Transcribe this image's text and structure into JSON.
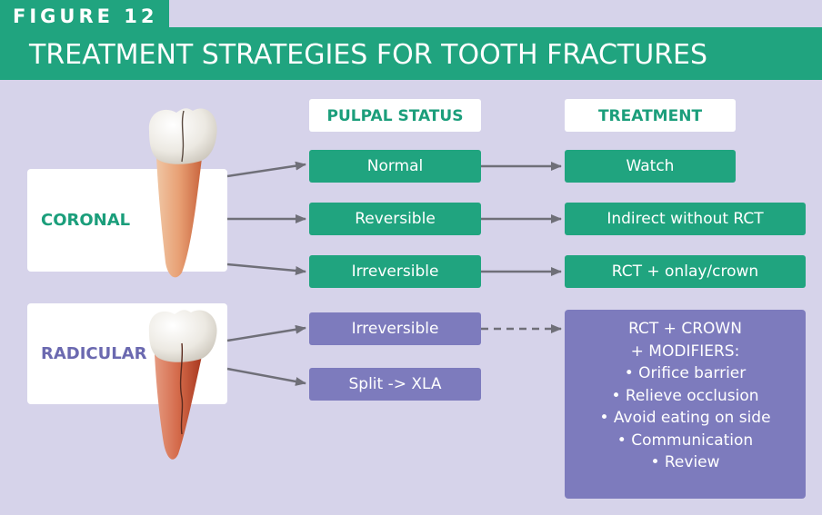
{
  "figure_label": "FIGURE 12",
  "title": "TREATMENT STRATEGIES FOR TOOTH FRACTURES",
  "column_headers": {
    "pulpal_status": "PULPAL STATUS",
    "treatment": "TREATMENT"
  },
  "categories": {
    "coronal": "CORONAL",
    "radicular": "RADICULAR"
  },
  "pulpal_nodes": {
    "normal": "Normal",
    "reversible": "Reversible",
    "irreversible_coronal": "Irreversible",
    "irreversible_radicular": "Irreversible",
    "split": "Split -> XLA"
  },
  "treatment_nodes": {
    "watch": "Watch",
    "indirect": "Indirect without RCT",
    "onlay": "RCT + onlay/crown"
  },
  "modifiers": {
    "line1": "RCT + CROWN",
    "line2": "+ MODIFIERS:",
    "items": [
      "• Orifice barrier",
      "• Relieve occlusion",
      "• Avoid eating on side",
      "• Communication",
      "• Review"
    ]
  },
  "colors": {
    "green": "#20a47f",
    "purple": "#7d7bbd",
    "background": "#d6d3ea",
    "arrow": "#6f6f78"
  },
  "icons": {
    "coronal_tooth": "tooth-coronal-fracture-icon",
    "radicular_tooth": "tooth-radicular-fracture-icon"
  }
}
